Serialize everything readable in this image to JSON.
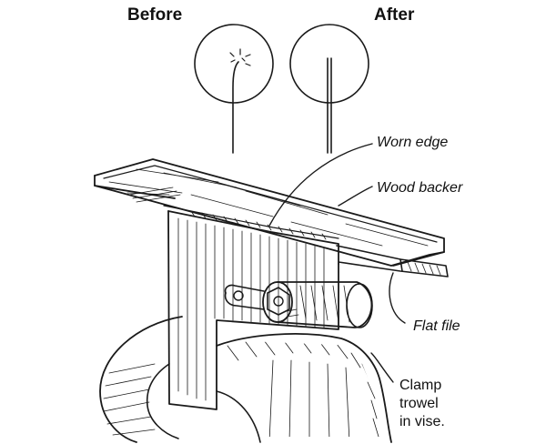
{
  "labels": {
    "before": "Before",
    "after": "After",
    "worn_edge": "Worn edge",
    "wood_backer": "Wood backer",
    "flat_file": "Flat file",
    "clamp_lines": [
      "Clamp",
      "trowel",
      "in vise."
    ]
  }
}
